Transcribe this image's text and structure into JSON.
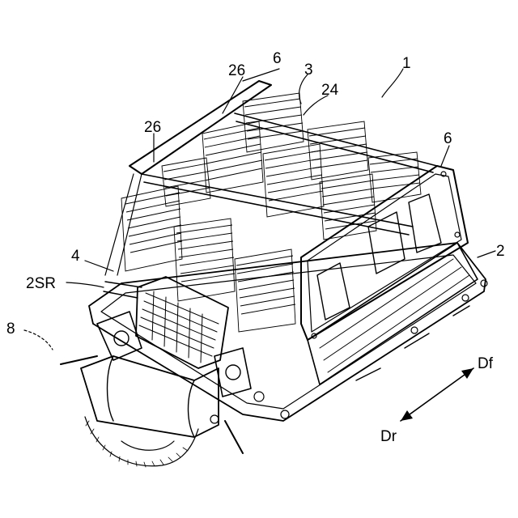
{
  "figure": {
    "labels": {
      "ref_1": "1",
      "ref_2": "2",
      "ref_3": "3",
      "ref_4": "4",
      "ref_6_top": "6",
      "ref_6_right": "6",
      "ref_8": "8",
      "ref_24": "24",
      "ref_26_top": "26",
      "ref_26_left": "26",
      "ref_2SR": "2SR",
      "dir_front": "Df",
      "dir_rear": "Dr"
    },
    "colors": {
      "line": "#000000",
      "background": "#ffffff"
    }
  }
}
